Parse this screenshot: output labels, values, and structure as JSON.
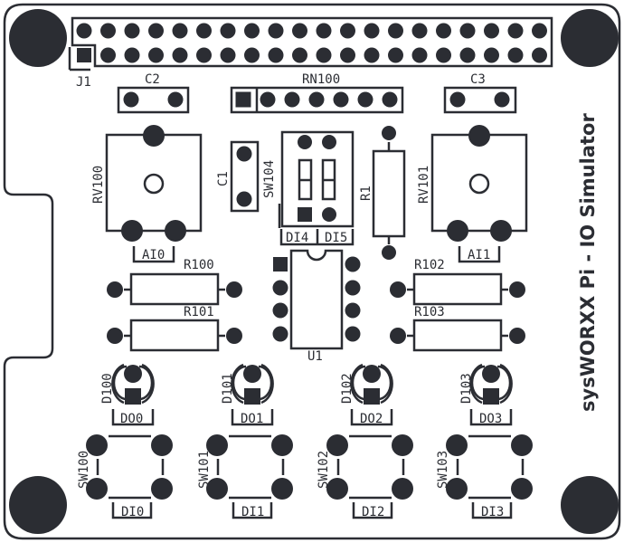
{
  "board": {
    "title": "sysWORXX Pi - IO Simulator",
    "silk_color": "#2b2d33",
    "background": "#ffffff"
  },
  "refs": {
    "j1": "J1",
    "c1": "C1",
    "c2": "C2",
    "c3": "C3",
    "rn100": "RN100",
    "rv100": "RV100",
    "rv101": "RV101",
    "sw104": "SW104",
    "r1": "R1",
    "u1": "U1",
    "r100": "R100",
    "r101": "R101",
    "r102": "R102",
    "r103": "R103",
    "d100": "D100",
    "d101": "D101",
    "d102": "D102",
    "d103": "D103",
    "sw100": "SW100",
    "sw101": "SW101",
    "sw102": "SW102",
    "sw103": "SW103"
  },
  "io_labels": {
    "ai0": "AI0",
    "ai1": "AI1",
    "di4": "DI4",
    "di5": "DI5",
    "do0": "DO0",
    "do1": "DO1",
    "do2": "DO2",
    "do3": "DO3",
    "di0": "DI0",
    "di1": "DI1",
    "di2": "DI2",
    "di3": "DI3"
  }
}
